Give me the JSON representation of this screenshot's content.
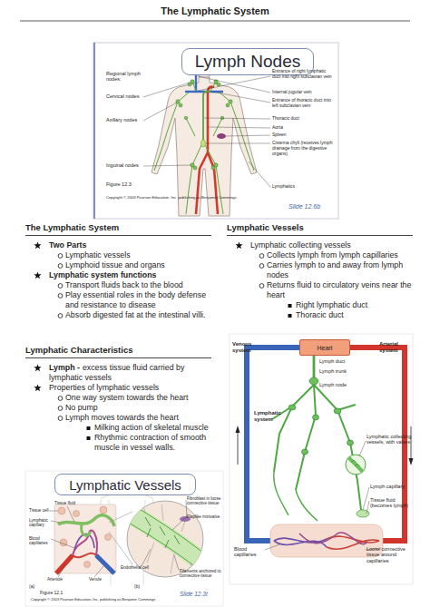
{
  "diagram": {
    "title": "The Lymphatic System",
    "nodes": [
      {
        "text": [
          "Lymph Nodes"
        ]
      },
      {
        "text": [
          "Lymphatic Vessels"
        ]
      },
      {
        "text": [
          "Heart"
        ]
      }
    ],
    "labels": [
      "Regional lymph nodes:",
      "Cervical nodes",
      "Axillary nodes",
      "Inguinal nodes",
      "Figure 12.3",
      "Copyright © 2003 Pearson Education, Inc. publishing as Benjamin Cummings",
      "Entrance of right lymphatic duct into right subclavian vein",
      "Internal jugular vein",
      "Entrance of thoracic duct into left subclavian vein",
      "Thoracic duct",
      "Aorta",
      "Spleen",
      "Cisterna chyli (receives lymph drainage from the digestive organs)",
      "Lymphatics",
      "Slide 12.6b",
      "The Lymphatic System",
      "Two Parts",
      "Lymphatic vessels",
      "Lymphoid tissue and organs",
      "Lymphatic system functions",
      "Transport fluids back to the blood",
      "Play essential roles in the body defense and resistance to disease",
      "Absorb digested fat at the intestinal villi.",
      "Lymphatic Vessels",
      "Lymphatic collecting vessels",
      "Collects lymph from lymph capillaries",
      "Carries lymph to and away from lymph nodes",
      "Returns fluid to circulatory veins near the heart",
      "Right lymphatic duct",
      "Thoracic duct",
      "Lymphatic Characteristics",
      "Lymph -",
      "excess tissue fluid carried by lymphatic vessels",
      "Properties of lymphatic vessels",
      "One way system towards the heart",
      "No pump",
      "Lymph moves towards the heart",
      "Milking action of skeletal muscle",
      "Rhythmic contraction of smooth muscle in vessel walls.",
      "Venous system",
      "Arterial system",
      "Lymph duct",
      "Lymph trunk",
      "Lymph node",
      "Lymphatic system",
      "Lymphatic collecting vessels, with valves",
      "Lymph capillary",
      "Tissue fluid (becomes lymph)",
      "Blood capillaries",
      "Loose connective tissue around capillaries",
      "Tissue fluid",
      "Tissue cell",
      "Lymphatic capillary",
      "Blood capillaries",
      "Arteriole",
      "Venule",
      "(a)",
      "Fibroblast in loose connective tissue",
      "Flaplike minivalve",
      "Endothelial cell",
      "Filaments anchored to connective tissue",
      "(b)",
      "Figure 12.1",
      "Copyright © 2003 Pearson Education, Inc. publishing as Benjamin Cummings",
      "Slide 12.3t"
    ]
  }
}
